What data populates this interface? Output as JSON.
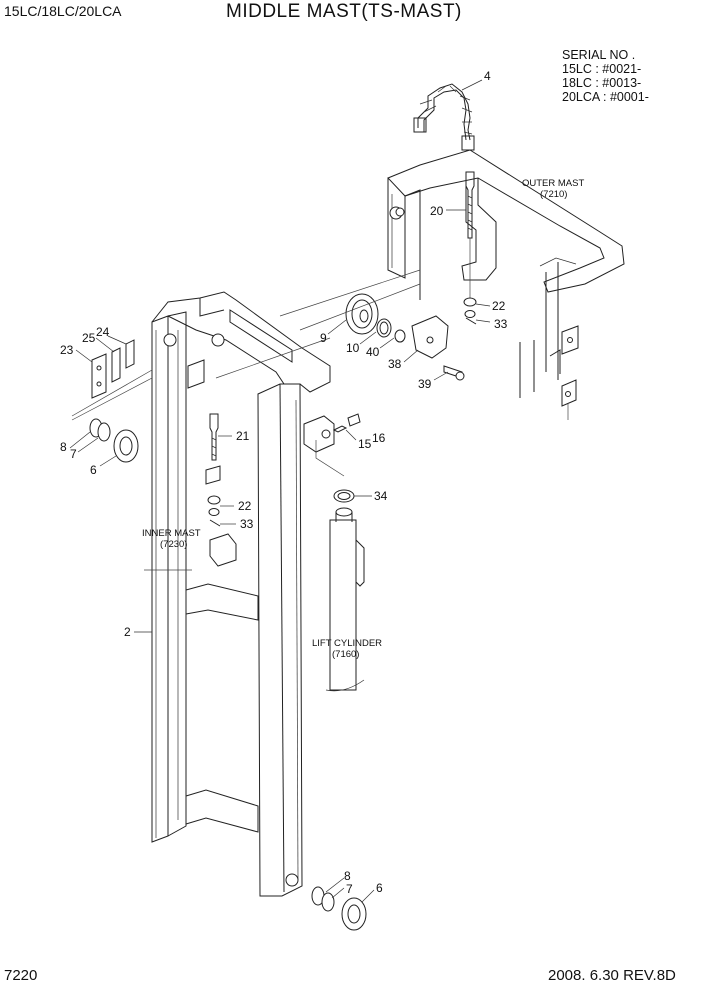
{
  "header": {
    "model": "15LC/18LC/20LCA",
    "title": "MIDDLE MAST(TS-MAST)"
  },
  "serial": {
    "title": "SERIAL NO .",
    "lines": [
      "15LC : #0021-",
      "18LC : #0013-",
      "20LCA : #0001-"
    ]
  },
  "assemblies": {
    "outer_mast": [
      "OUTER MAST",
      "(7210)"
    ],
    "inner_mast": [
      "INNER MAST",
      "(7230)"
    ],
    "lift_cylinder": [
      "LIFT CYLINDER",
      "(7160)"
    ]
  },
  "callouts": {
    "c4": "4",
    "c20": "20",
    "c22a": "22",
    "c33a": "33",
    "c9": "9",
    "c10": "10",
    "c40": "40",
    "c38": "38",
    "c39": "39",
    "c25": "25",
    "c24": "24",
    "c23": "23",
    "c8a": "8",
    "c7a": "7",
    "c6a": "6",
    "c21": "21",
    "c22b": "22",
    "c33b": "33",
    "c15": "15",
    "c16": "16",
    "c34": "34",
    "c2": "2",
    "c8b": "8",
    "c7b": "7",
    "c6b": "6"
  },
  "footer": {
    "page": "7220",
    "date_rev": "2008. 6.30  REV.8D"
  }
}
